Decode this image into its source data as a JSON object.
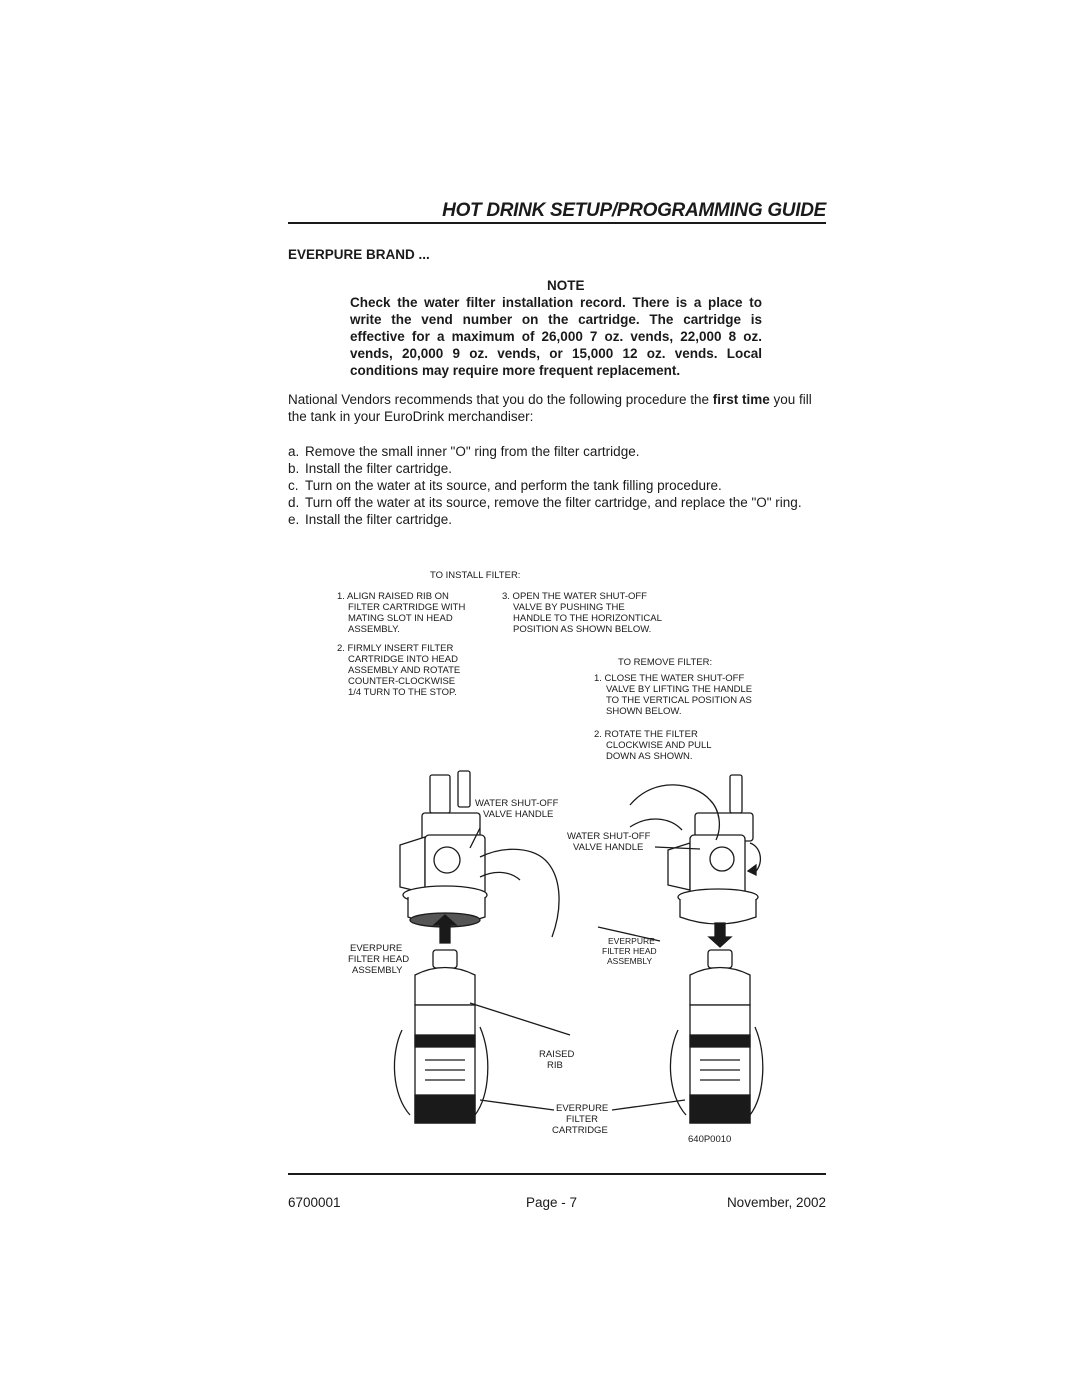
{
  "header": {
    "title": "HOT DRINK SETUP/PROGRAMMING GUIDE"
  },
  "section": {
    "heading": "EVERPURE BRAND ..."
  },
  "note": {
    "label": "NOTE",
    "text": "Check the water filter installation record. There is a place to write the vend number on the cartridge. The cartridge is effective for a maximum of 26,000 7 oz. vends, 22,000 8 oz. vends, 20,000 9 oz. vends, or 15,000 12 oz. vends. Local conditions may require more frequent replacement."
  },
  "intro": {
    "before": "National Vendors recommends that you do the following procedure the ",
    "emphasis": "first time",
    "after": " you fill the tank in your EuroDrink merchandiser:"
  },
  "steps": [
    {
      "letter": "a.",
      "text": "Remove the small inner \"O\" ring from the filter cartridge."
    },
    {
      "letter": "b.",
      "text": "Install the filter cartridge."
    },
    {
      "letter": "c.",
      "text": "Turn on the water at its source, and perform the tank filling procedure."
    },
    {
      "letter": "d.",
      "text": "Turn off the water at its source, remove the filter cartridge, and replace the \"O\" ring."
    },
    {
      "letter": "e.",
      "text": "Install the filter cartridge."
    }
  ],
  "figure": {
    "install_title": "TO INSTALL FILTER:",
    "install_step1": [
      "1. ALIGN RAISED RIB ON",
      "FILTER CARTRIDGE WITH",
      "MATING SLOT IN HEAD",
      "ASSEMBLY."
    ],
    "install_step2": [
      "2. FIRMLY INSERT FILTER",
      "CARTRIDGE INTO HEAD",
      "ASSEMBLY AND ROTATE",
      "COUNTER-CLOCKWISE",
      "1/4 TURN TO THE STOP."
    ],
    "install_step3": [
      "3. OPEN THE WATER SHUT-OFF",
      "VALVE BY PUSHING THE",
      "HANDLE TO THE HORIZONTICAL",
      "POSITION AS SHOWN BELOW."
    ],
    "remove_title": "TO REMOVE FILTER:",
    "remove_step1": [
      "1. CLOSE THE WATER SHUT-OFF",
      "VALVE BY LIFTING THE HANDLE",
      "TO THE VERTICAL POSITION AS",
      "SHOWN BELOW."
    ],
    "remove_step2": [
      "2. ROTATE THE FILTER",
      "CLOCKWISE AND PULL",
      "DOWN AS SHOWN."
    ],
    "valve_label_left": [
      "WATER SHUT-OFF",
      "VALVE HANDLE"
    ],
    "valve_label_right": [
      "WATER SHUT-OFF",
      "VALVE HANDLE"
    ],
    "head_label_left": [
      "EVERPURE",
      "FILTER HEAD",
      "ASSEMBLY"
    ],
    "head_label_right": [
      "EVERPURE",
      "FILTER HEAD",
      "ASSEMBLY"
    ],
    "rib_label": [
      "RAISED",
      "RIB"
    ],
    "cartridge_label": [
      "EVERPURE",
      "FILTER",
      "CARTRIDGE"
    ],
    "cartridge_brand": "EVERPURE",
    "part_number": "640P0010"
  },
  "footer": {
    "doc_number": "6700001",
    "page": "Page - 7",
    "date": "November, 2002"
  }
}
